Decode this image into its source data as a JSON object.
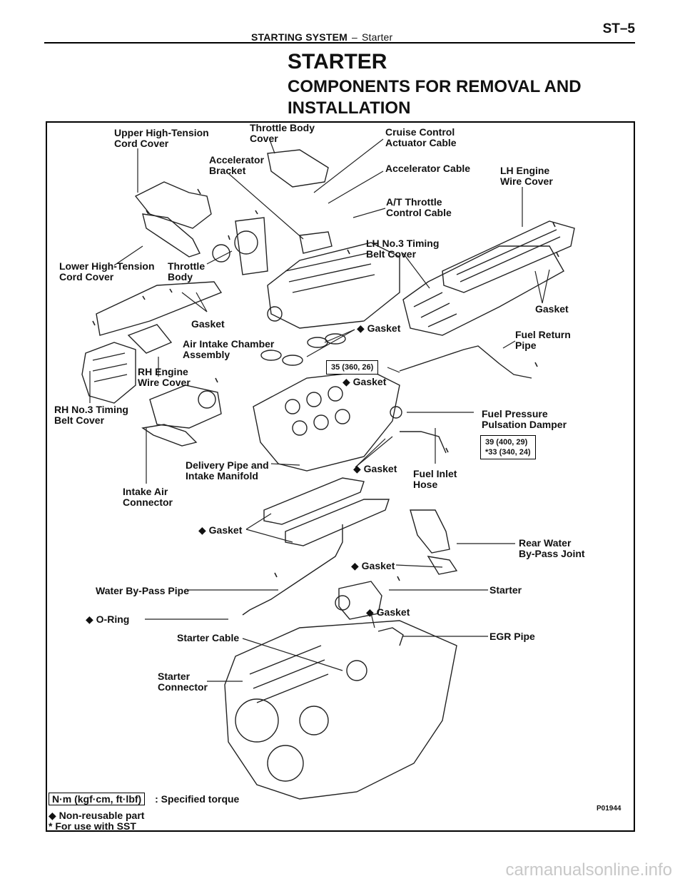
{
  "header": {
    "system": "STARTING SYSTEM",
    "separator": "–",
    "section": "Starter",
    "page": "ST–5"
  },
  "title": "STARTER",
  "subtitle": "COMPONENTS FOR REMOVAL AND INSTALLATION",
  "labels": {
    "upper_cord_cover": "Upper High-Tension\nCord Cover",
    "throttle_body_cover": "Throttle Body\nCover",
    "cruise_cable": "Cruise Control\nActuator Cable",
    "accel_bracket": "Accelerator\nBracket",
    "accel_cable": "Accelerator Cable",
    "lh_wire_cover": "LH Engine\nWire Cover",
    "at_cable": "A/T Throttle\nControl Cable",
    "lh_timing_cover": "LH No.3 Timing\nBelt Cover",
    "lower_cord_cover": "Lower High-Tension\nCord Cover",
    "throttle_body": "Throttle\nBody",
    "gasket_a": "Gasket",
    "gasket_b": "◆ Gasket",
    "gasket_c": "Gasket",
    "air_intake": "Air Intake Chamber\nAssembly",
    "fuel_return": "Fuel Return\nPipe",
    "rh_wire_cover": "RH Engine\nWire Cover",
    "gasket_d": "◆ Gasket",
    "rh_timing_cover": "RH No.3 Timing\nBelt Cover",
    "fuel_damper": "Fuel Pressure\nPulsation Damper",
    "delivery_pipe": "Delivery Pipe and\nIntake Manifold",
    "gasket_e": "◆ Gasket",
    "fuel_inlet": "Fuel Inlet\nHose",
    "intake_connector": "Intake Air\nConnector",
    "gasket_f": "◆ Gasket",
    "rear_water": "Rear Water\nBy-Pass Joint",
    "gasket_g": "◆ Gasket",
    "water_pipe": "Water By-Pass Pipe",
    "starter": "Starter",
    "gasket_h": "◆ Gasket",
    "o_ring": "◆ O-Ring",
    "egr_pipe": "EGR Pipe",
    "starter_cable": "Starter Cable",
    "starter_connector": "Starter\nConnector"
  },
  "torque": {
    "t1": "35 (360, 26)",
    "t2": "39 (400, 29)\n*33 (340, 24)"
  },
  "legend": {
    "torque_unit": "N·m (kgf·cm, ft·lbf)",
    "torque_desc": ": Specified torque",
    "nonreusable": "◆ Non-reusable part",
    "sst": "*  For use with SST"
  },
  "figure_code": "P01944",
  "watermark": "carmanualsonline.info"
}
